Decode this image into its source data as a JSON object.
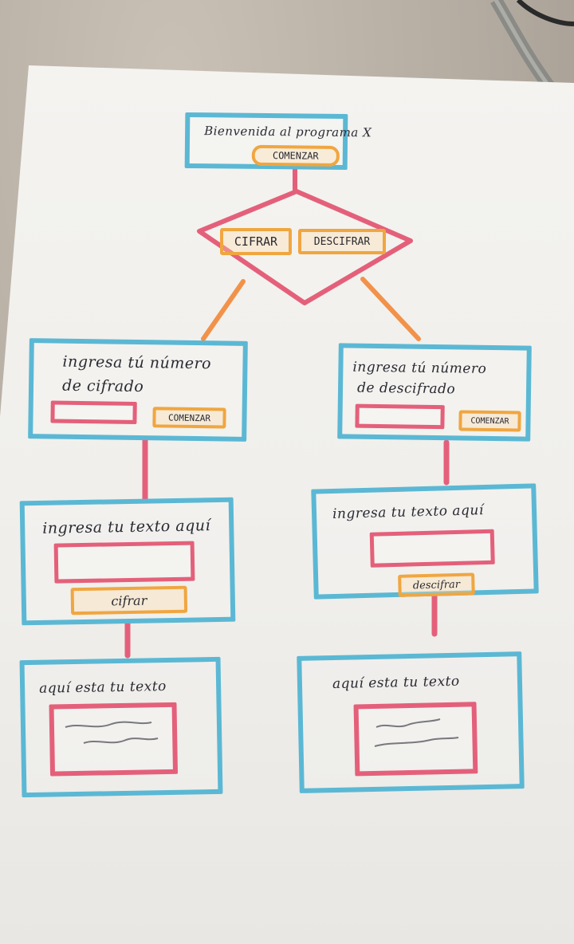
{
  "start": {
    "title": "Bienvenida al programa X",
    "button": "COMENZAR"
  },
  "choice": {
    "cifrar": "CIFRAR",
    "descifrar": "DESCIFRAR"
  },
  "left": {
    "key_line1": "ingresa tú número",
    "key_line2": "de cifrado",
    "key_button": "COMENZAR",
    "text_prompt": "ingresa tu texto aquí",
    "text_button": "cifrar",
    "result_label": "aquí esta tu texto"
  },
  "right": {
    "key_line1": "ingresa tú número",
    "key_line2": "de descifrado",
    "key_button": "COMENZAR",
    "text_prompt": "ingresa tu texto aquí",
    "text_button": "descifrar",
    "result_label": "aquí esta tu texto"
  },
  "colors": {
    "box": "#5bb8d4",
    "button": "#f0a640",
    "field": "#e4607a",
    "connector": "#e4607a",
    "branch": "#f2924a"
  }
}
